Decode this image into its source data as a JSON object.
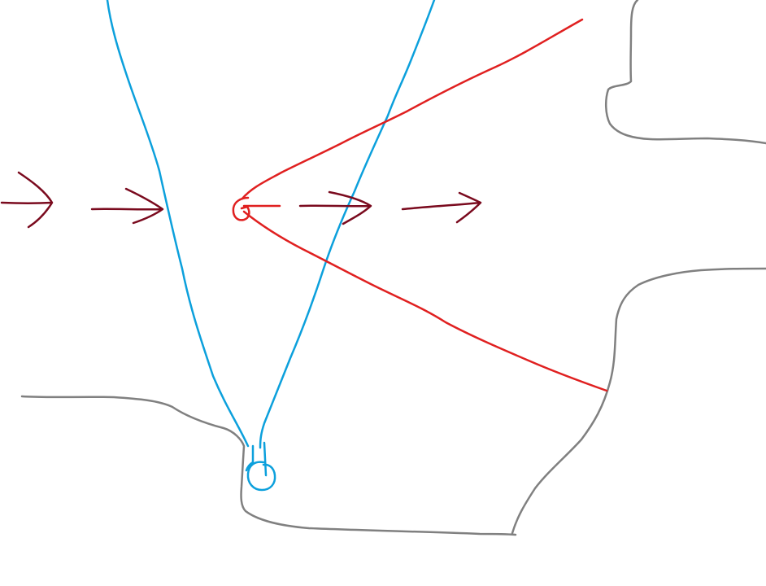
{
  "colors": {
    "background": "#ffffff",
    "wall": "#808080",
    "blue_cone": "#0ca0dc",
    "red_cone": "#e02020",
    "arrows": "#7a0a1e"
  },
  "elements": {
    "wall_outlines": 4,
    "flow_arrows": 5,
    "cones": [
      "blue",
      "red"
    ]
  }
}
